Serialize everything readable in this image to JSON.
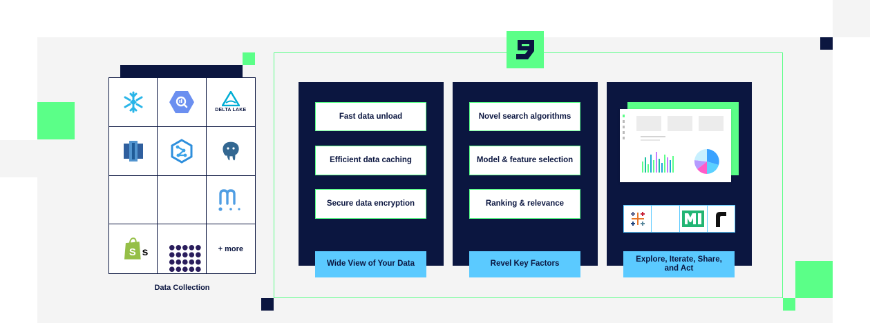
{
  "data_collection": {
    "caption": "Data Collection",
    "sources": [
      {
        "icon": "snowflake-icon"
      },
      {
        "icon": "bigquery-icon"
      },
      {
        "icon": "delta-lake-icon",
        "label": "DELTA LAKE"
      },
      {
        "icon": "redshift-icon"
      },
      {
        "icon": "azure-synapse-icon"
      },
      {
        "icon": "postgresql-icon"
      },
      {
        "icon": "blank-cell"
      },
      {
        "icon": "blank-cell"
      },
      {
        "icon": "metabase-icon"
      },
      {
        "icon": "shopify-icon"
      },
      {
        "icon": "dotted-logo-icon"
      },
      {
        "label": "+ more"
      }
    ]
  },
  "panels": [
    {
      "items": [
        "Fast data unload",
        "Efficient data caching",
        "Secure data encryption"
      ],
      "footer": "Wide View of Your Data"
    },
    {
      "items": [
        "Novel search algorithms",
        "Model & feature selection",
        "Ranking & relevance"
      ],
      "footer": "Revel Key Factors"
    },
    {
      "footer": "Explore, Iterate, Share, and Act",
      "tools": [
        "tableau-icon",
        "blank-tool",
        "mode-icon",
        "retool-icon"
      ]
    }
  ],
  "colors": {
    "navy": "#0b1640",
    "green": "#5bff88",
    "blue": "#5bcaff",
    "bg": "#f4f4f4"
  }
}
